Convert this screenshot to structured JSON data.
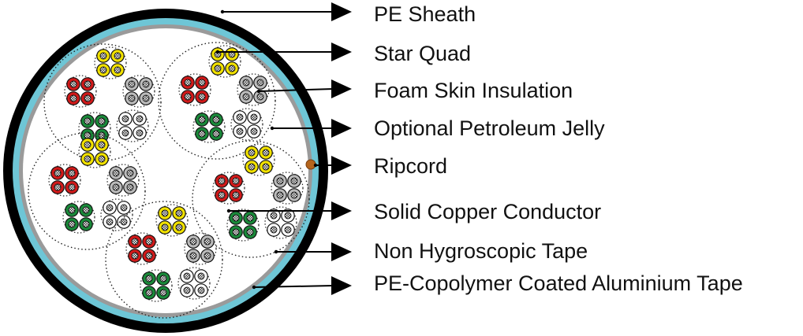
{
  "labels": [
    {
      "id": "pe-sheath",
      "text": "PE Sheath"
    },
    {
      "id": "star-quad",
      "text": "Star Quad"
    },
    {
      "id": "foam-skin-insulation",
      "text": "Foam Skin Insulation"
    },
    {
      "id": "optional-petroleum-jelly",
      "text": "Optional Petroleum Jelly"
    },
    {
      "id": "ripcord",
      "text": "Ripcord"
    },
    {
      "id": "solid-copper-conductor",
      "text": "Solid Copper Conductor"
    },
    {
      "id": "non-hygroscopic-tape",
      "text": "Non Hygroscopic Tape"
    },
    {
      "id": "pe-copolymer-coated-aluminium-tape",
      "text": "PE-Copolymer Coated Aluminium Tape"
    }
  ],
  "colors": {
    "sheath": "#000000",
    "aluminium_tape": "#6ec6d6",
    "non_hygroscopic_tape": "#9a9a9a",
    "ripcord": "#b5651d",
    "quad_colors": [
      "#f2e200",
      "#bbbbbb",
      "#ffffff",
      "#1a8a3a",
      "#d11a1a"
    ]
  }
}
